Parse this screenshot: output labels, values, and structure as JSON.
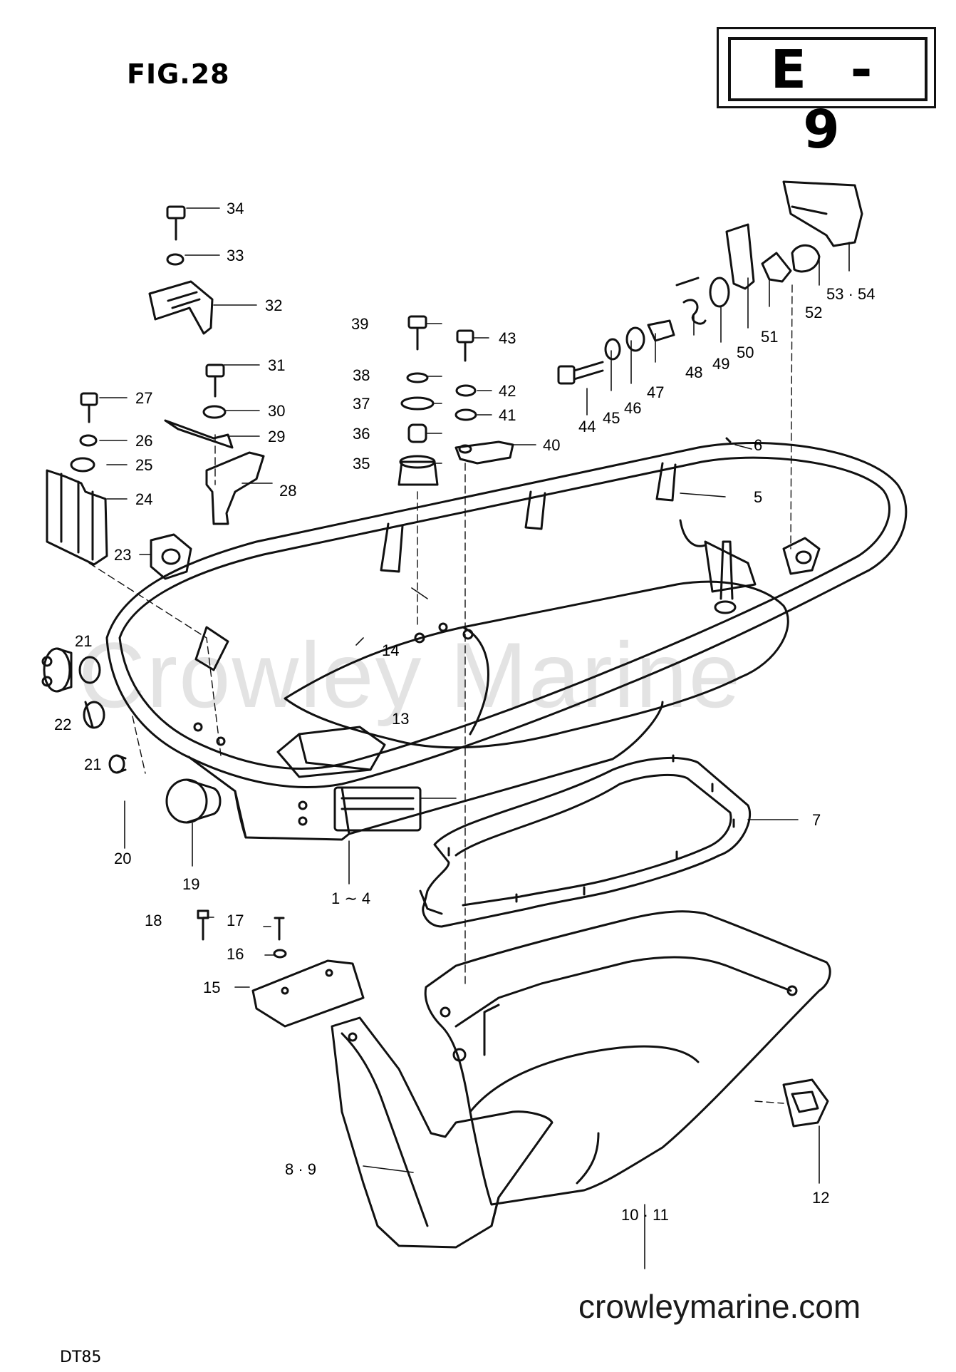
{
  "figure": {
    "title": "FIG.28",
    "page_code": "E - 9",
    "model": "DT85",
    "watermark": "Crowley Marine",
    "website": "crowleymarine.com"
  },
  "callouts": {
    "c1": "1 ∼ 4",
    "c5": "5",
    "c6": "6",
    "c7": "7",
    "c8": "8 · 9",
    "c10": "10 · 11",
    "c12": "12",
    "c13": "13",
    "c14": "14",
    "c15": "15",
    "c16": "16",
    "c17": "17",
    "c18": "18",
    "c19": "19",
    "c20": "20",
    "c21a": "21",
    "c21b": "21",
    "c22": "22",
    "c23": "23",
    "c24": "24",
    "c25": "25",
    "c26": "26",
    "c27": "27",
    "c28": "28",
    "c29": "29",
    "c30": "30",
    "c31": "31",
    "c32": "32",
    "c33": "33",
    "c34": "34",
    "c35": "35",
    "c36": "36",
    "c37": "37",
    "c38": "38",
    "c39": "39",
    "c40": "40",
    "c41": "41",
    "c42": "42",
    "c43": "43",
    "c44": "44",
    "c45": "45",
    "c46": "46",
    "c47": "47",
    "c48": "48",
    "c49": "49",
    "c50": "50",
    "c51": "51",
    "c52": "52",
    "c53": "53 · 54"
  }
}
